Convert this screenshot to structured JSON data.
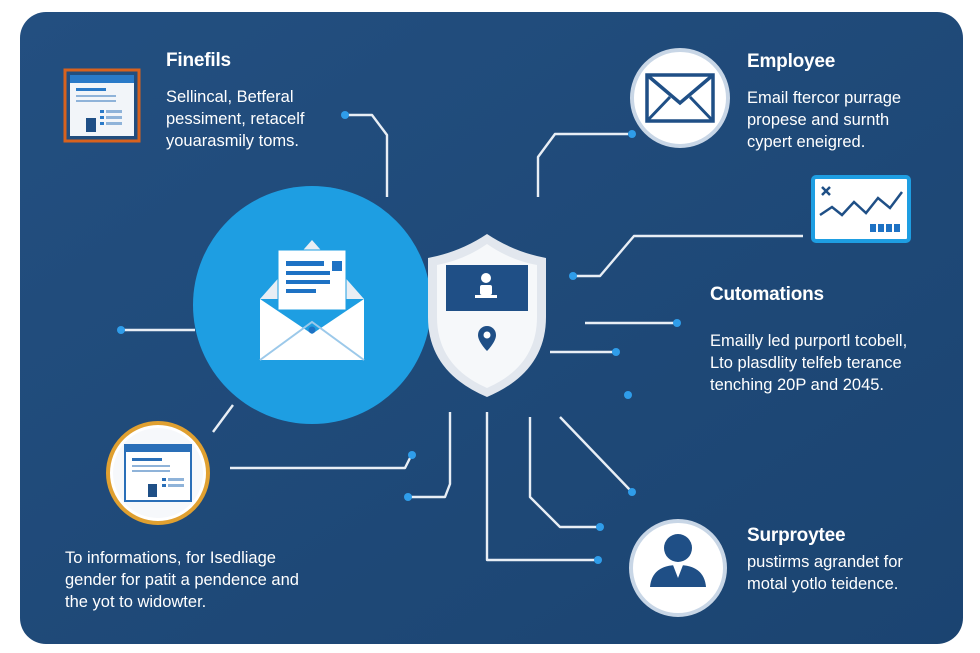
{
  "colors": {
    "background": "#1d4a76",
    "panel_bg": "#214e7e",
    "center_circle": "#1e9ee2",
    "connector": "#e8eef5",
    "dot": "#2f9dea",
    "accent_orange": "#d8621e",
    "accent_gold": "#e0a030",
    "shield_face": "#f2f4f7",
    "shield_panel": "#1f4f86"
  },
  "sections": {
    "top_left": {
      "heading": "Finefils",
      "lines": [
        "Sellincal, Betferal",
        "pessiment, retacelf",
        "youarasmily toms."
      ],
      "icon": "browser-window-icon"
    },
    "top_right": {
      "heading": "Employee",
      "lines": [
        "Email ftercor purrage",
        "propese and surnth",
        "cypert eneigred."
      ],
      "icon": "envelope-icon"
    },
    "middle_right": {
      "heading": "Cutomations",
      "lines": [
        "Emailly led purportl tcobell,",
        "Lto plasdlity telfeb terance",
        "tenching 20P and 2045."
      ],
      "icon": "chart-window-icon"
    },
    "bottom_left": {
      "lines": [
        "To informations, for Isedliage",
        "gender for patit a pendence and",
        "the yot to widowter."
      ],
      "icon": "browser-window-icon"
    },
    "bottom_right": {
      "heading": "Surproytee",
      "lines": [
        "pustirms agrandet for",
        "motal yotlo teidence."
      ],
      "icon": "person-avatar-icon"
    }
  },
  "center": {
    "left_icon": "open-envelope-icon",
    "right_icon": "security-shield-icon"
  }
}
